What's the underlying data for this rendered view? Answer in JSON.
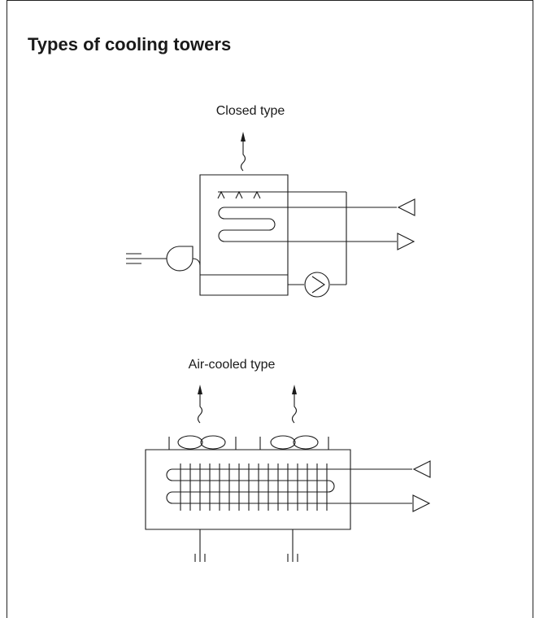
{
  "page": {
    "title": "Types of cooling towers"
  },
  "closed_type": {
    "label": "Closed type"
  },
  "air_cooled_type": {
    "label": "Air-cooled type"
  }
}
